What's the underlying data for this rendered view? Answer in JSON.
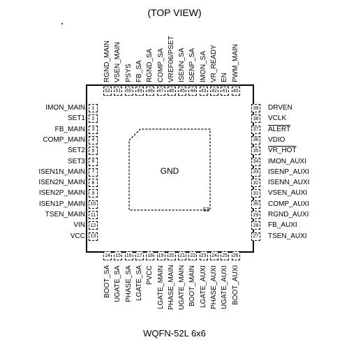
{
  "title": "(TOP VIEW)",
  "caption": "WQFN-52L 6x6",
  "exposed_pad": {
    "label": "GND",
    "number": "53"
  },
  "left_pins": [
    {
      "num": "1",
      "name": "IMON_MAIN"
    },
    {
      "num": "2",
      "name": "SET1"
    },
    {
      "num": "3",
      "name": "FB_MAIN"
    },
    {
      "num": "4",
      "name": "COMP_MAIN"
    },
    {
      "num": "5",
      "name": "SET2"
    },
    {
      "num": "6",
      "name": "SET3"
    },
    {
      "num": "7",
      "name": "ISEN1N_MAIN"
    },
    {
      "num": "8",
      "name": "ISEN2N_MAIN"
    },
    {
      "num": "9",
      "name": "ISEN2P_MAIN"
    },
    {
      "num": "10",
      "name": "ISEN1P_MAIN"
    },
    {
      "num": "11",
      "name": "TSEN_MAIN"
    },
    {
      "num": "12",
      "name": "VIN"
    },
    {
      "num": "13",
      "name": "VCC"
    }
  ],
  "bottom_pins": [
    {
      "num": "14",
      "name": "BOOT_SA"
    },
    {
      "num": "15",
      "name": "UGATE_SA"
    },
    {
      "num": "16",
      "name": "PHASE_SA"
    },
    {
      "num": "17",
      "name": "LGATE_SA"
    },
    {
      "num": "18",
      "name": "PVCC"
    },
    {
      "num": "19",
      "name": "LGATE_MAIN"
    },
    {
      "num": "20",
      "name": "PHASE_MAIN"
    },
    {
      "num": "21",
      "name": "UGATE_MAIN"
    },
    {
      "num": "22",
      "name": "BOOT_MAIN"
    },
    {
      "num": "23",
      "name": "LGATE_AUXI"
    },
    {
      "num": "24",
      "name": "PHASE_AUXI"
    },
    {
      "num": "25",
      "name": "UGATE_AUXI"
    },
    {
      "num": "26",
      "name": "BOOT_AUXI"
    }
  ],
  "right_pins": [
    {
      "num": "39",
      "name": "DRVEN",
      "overline": false
    },
    {
      "num": "38",
      "name": "VCLK",
      "overline": false
    },
    {
      "num": "37",
      "name": "ALERT",
      "overline": true
    },
    {
      "num": "36",
      "name": "VDIO",
      "overline": false
    },
    {
      "num": "35",
      "name": "VR_HOT",
      "overline": true
    },
    {
      "num": "34",
      "name": "IMON_AUXI",
      "overline": false
    },
    {
      "num": "33",
      "name": "ISENP_AUXI",
      "overline": false
    },
    {
      "num": "32",
      "name": "ISENN_AUXI",
      "overline": false
    },
    {
      "num": "31",
      "name": "VSEN_AUXI",
      "overline": false
    },
    {
      "num": "30",
      "name": "COMP_AUXI",
      "overline": false
    },
    {
      "num": "29",
      "name": "RGND_AUXI",
      "overline": false
    },
    {
      "num": "28",
      "name": "FB_AUXI",
      "overline": false
    },
    {
      "num": "27",
      "name": "TSEN_AUXI",
      "overline": false
    }
  ],
  "top_pins": [
    {
      "num": "52",
      "name": "RGND_MAIN"
    },
    {
      "num": "51",
      "name": "VSEN_MAIN"
    },
    {
      "num": "50",
      "name": "PSYS"
    },
    {
      "num": "49",
      "name": "FB_SA"
    },
    {
      "num": "48",
      "name": "RGND_SA"
    },
    {
      "num": "47",
      "name": "COMP_SA"
    },
    {
      "num": "46",
      "name": "VREF06/PSET"
    },
    {
      "num": "45",
      "name": "ISENN_SA"
    },
    {
      "num": "44",
      "name": "ISENP_SA"
    },
    {
      "num": "43",
      "name": "IMON_SA"
    },
    {
      "num": "42",
      "name": "VR_READY"
    },
    {
      "num": "41",
      "name": "EN"
    },
    {
      "num": "40",
      "name": "PWM_MAIN"
    }
  ]
}
